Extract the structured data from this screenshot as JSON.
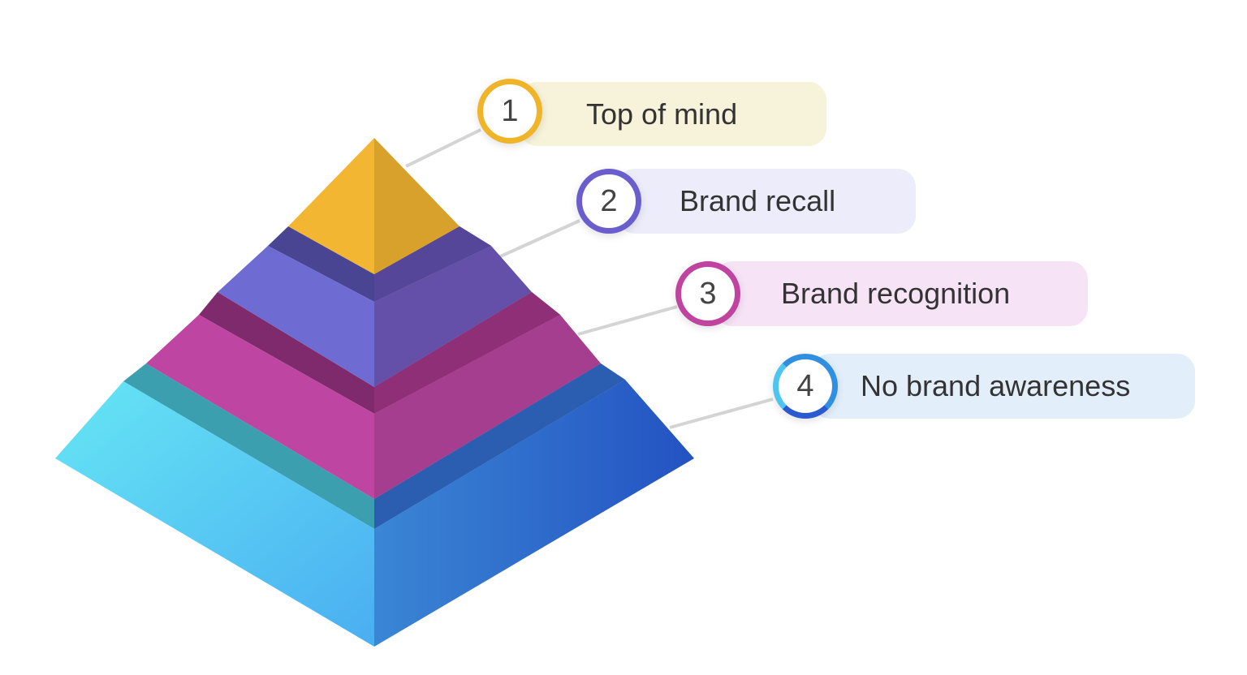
{
  "levels": [
    {
      "number": "1",
      "label": "Top of mind",
      "color": "#f0b429",
      "bg": "#f7f2da"
    },
    {
      "number": "2",
      "label": "Brand recall",
      "color": "#6a5ecf",
      "bg": "#ececfa"
    },
    {
      "number": "3",
      "label": "Brand recognition",
      "color": "#c0449f",
      "bg": "#f6e4f6"
    },
    {
      "number": "4",
      "label": "No brand awareness",
      "color": "#2f8fe0",
      "bg": "#e2eef9"
    }
  ]
}
